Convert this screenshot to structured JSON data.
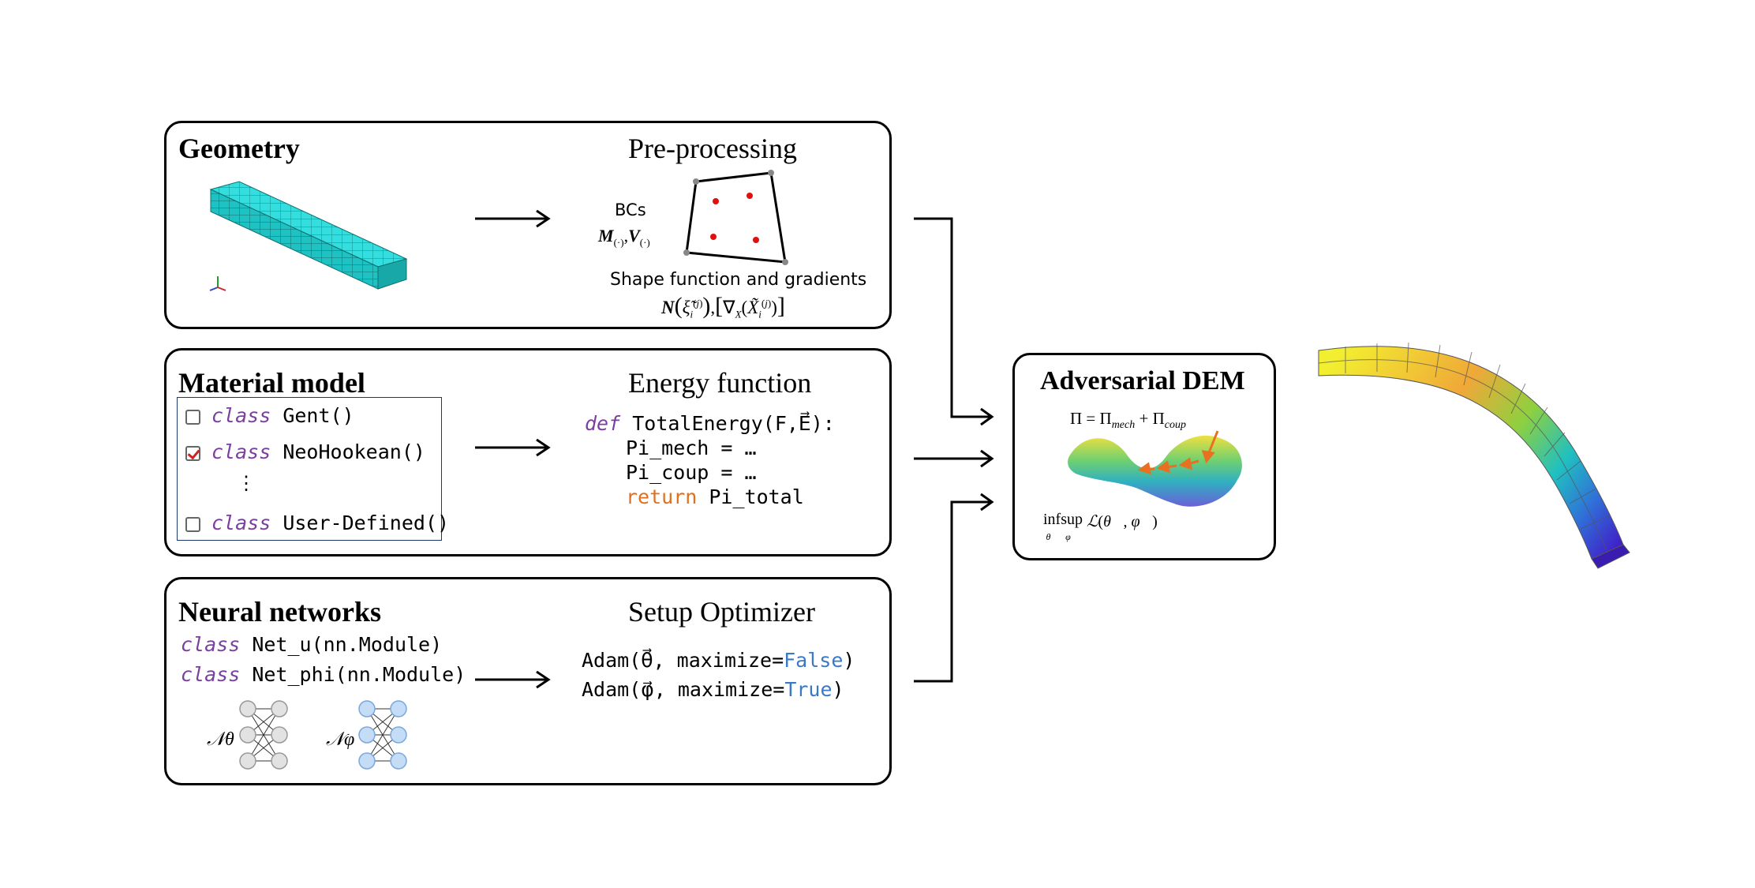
{
  "geometry_panel": {
    "title": "Geometry",
    "subtitle": "Pre-processing",
    "bcs_label": "BCs",
    "bcs_math": "M(·), V(·)",
    "shape_label": "Shape function and gradients",
    "shape_math": "N(ξ̃ᵢ⁽ʲ⁾), [∇X(X̃ᵢ⁽ʲ⁾)]"
  },
  "material_panel": {
    "title": "Material model",
    "subtitle": "Energy function",
    "classes": [
      {
        "keyword": "class",
        "name": "Gent()",
        "checked": false
      },
      {
        "keyword": "class",
        "name": "NeoHookean()",
        "checked": true
      },
      {
        "keyword": "class",
        "name": "User-Defined()",
        "checked": false
      }
    ],
    "ellipsis": "⋮",
    "code": {
      "def_kw": "def",
      "def_sig": "TotalEnergy(F,E⃗):",
      "line2": "Pi_mech = …",
      "line3": "Pi_coup = …",
      "return_kw": "return",
      "return_val": "Pi_total"
    }
  },
  "nn_panel": {
    "title": "Neural networks",
    "subtitle": "Setup Optimizer",
    "classes": [
      {
        "keyword": "class",
        "name": "Net_u(nn.Module)"
      },
      {
        "keyword": "class",
        "name": "Net_phi(nn.Module)"
      }
    ],
    "net_theta_label": "𝒩θ",
    "net_phi_label": "𝒩φ",
    "optimizer": [
      {
        "prefix": "Adam(θ⃗, maximize=",
        "flag": "False",
        "suffix": ")"
      },
      {
        "prefix": "Adam(φ⃗, maximize=",
        "flag": "True",
        "suffix": ")"
      }
    ]
  },
  "dem_panel": {
    "title": "Adversarial DEM",
    "equation": "Π = Πmech + Πcoup",
    "objective": "inf sup ℒ(θ⃗, φ⃗)"
  },
  "colors": {
    "mesh": "#2ad4d4",
    "keyword": "#7b3fa0",
    "return": "#e07020",
    "bool": "#3a78c8",
    "point": "#e01010",
    "arrow": "#e87020"
  },
  "icons": [
    "checkbox-icon",
    "arrow-icon",
    "axis-triad-icon",
    "mesh-beam-icon",
    "bent-beam-icon",
    "saddle-surface-icon",
    "neural-net-icon"
  ]
}
